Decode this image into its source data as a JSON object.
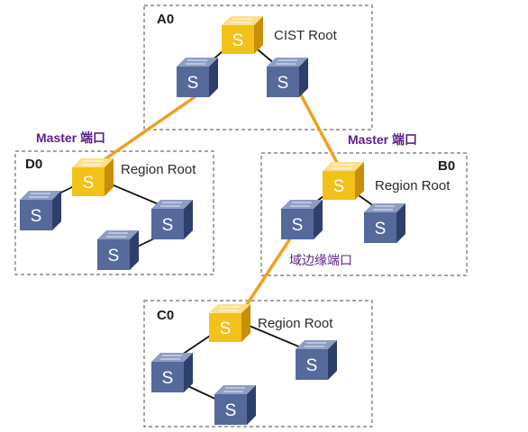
{
  "regions": [
    {
      "id": "A0",
      "label": "A0",
      "root_label": "CIST Root"
    },
    {
      "id": "D0",
      "label": "D0",
      "root_label": "Region Root"
    },
    {
      "id": "B0",
      "label": "B0",
      "root_label": "Region Root"
    },
    {
      "id": "C0",
      "label": "C0",
      "root_label": "Region Root"
    }
  ],
  "port_labels": {
    "master_left": "Master 端口",
    "master_right": "Master 端口",
    "edge_port": "域边缘端口"
  },
  "switch_letter": "S",
  "switch_icon": "switch-icon",
  "colors": {
    "root_switch": "#f2c21a",
    "normal_switch": "#55699a",
    "orange_link": "#f0a020",
    "black_link": "#111111",
    "region_border": "#6e6e6e",
    "port_label": "#5b1f8a"
  }
}
